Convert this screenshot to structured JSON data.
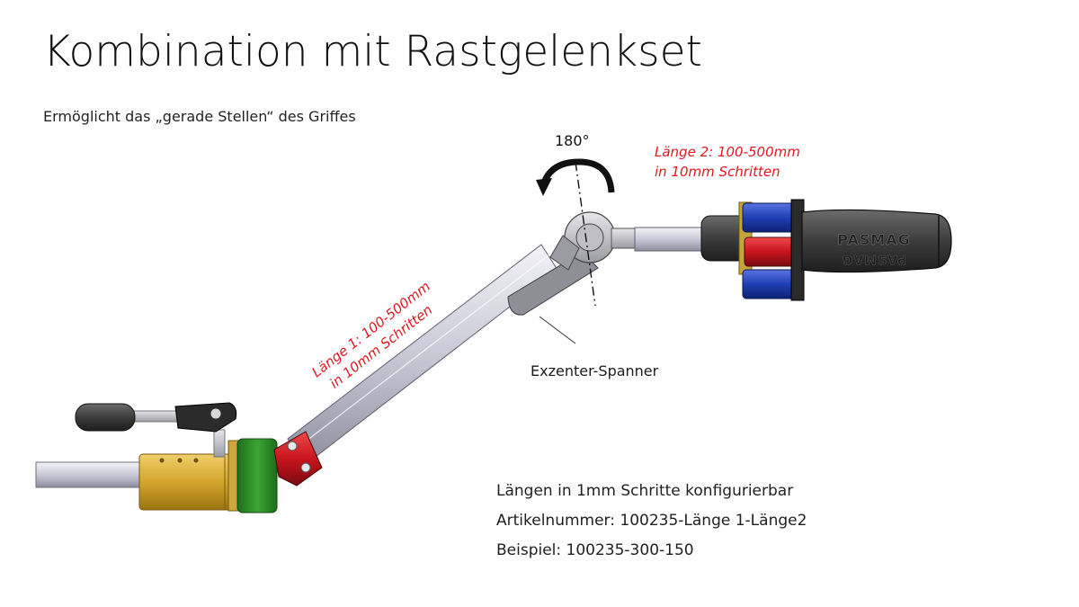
{
  "slide": {
    "title": "Kombination mit Rastgelenkset",
    "subtitle": "Ermöglicht das „gerade Stellen“ des Griffes"
  },
  "annotations": {
    "angle": "180°",
    "laenge2_line1": "Länge 2: 100-500mm",
    "laenge2_line2": "in 10mm Schritten",
    "laenge1_line1": "Länge 1: 100-500mm",
    "laenge1_line2": "in 10mm Schritten",
    "exzenter": "Exzenter-Spanner",
    "grip_brand": "PASMAG"
  },
  "info": {
    "line1": "Längen in 1mm Schritte konfigurierbar",
    "line2": "Artikelnummer: 100235-Länge 1-Länge2",
    "line3": "Beispiel: 100235-300-150"
  },
  "colors": {
    "annotation_red": "#e0191f",
    "brass": "#d4a52c",
    "green_ring": "#2f8f2a",
    "red_joint": "#b5121b",
    "blue_block": "#1f3fb5",
    "grip_dark": "#3a3a3a"
  }
}
